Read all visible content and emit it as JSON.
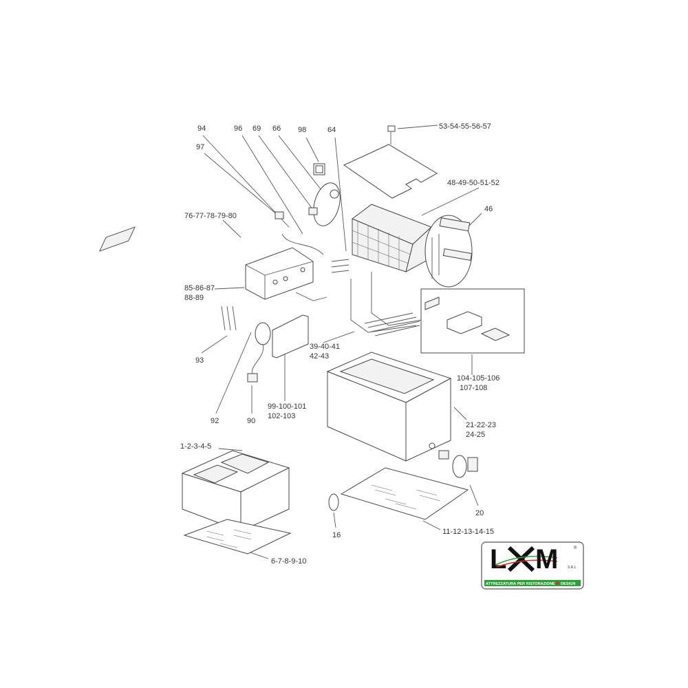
{
  "diagram": {
    "labels": {
      "l94": "94",
      "l96": "96",
      "l69": "69",
      "l66": "66",
      "l98": "98",
      "l64": "64",
      "l97": "97",
      "l53": "53-54-55-56-57",
      "l48": "48-49-50-51-52",
      "l46": "46",
      "l76": "76-77-78-79-80",
      "l85a": "85-86-87",
      "l85b": "88-89",
      "l93": "93",
      "l39a": "39-40-41",
      "l39b": "42-43",
      "l104a": "104-105-106",
      "l104b": "107-108",
      "l92": "92",
      "l90": "90",
      "l99a": "99-100-101",
      "l99b": "102-103",
      "l21a": "21-22-23",
      "l21b": "24-25",
      "l1": "1-2-3-4-5",
      "l20": "20",
      "l16": "16",
      "l11": "11-12-13-14-15",
      "l6": "6-7-8-9-10"
    }
  },
  "logo": {
    "name": "LXM",
    "suffix": "S.R.L",
    "registered": "®",
    "tagline": "ATTREZZATURA PER RISTORAZIONE",
    "tagline_end": "DESIGN",
    "colors": {
      "green": "#2e9e3a",
      "red": "#d62b2b",
      "black": "#111111"
    }
  }
}
